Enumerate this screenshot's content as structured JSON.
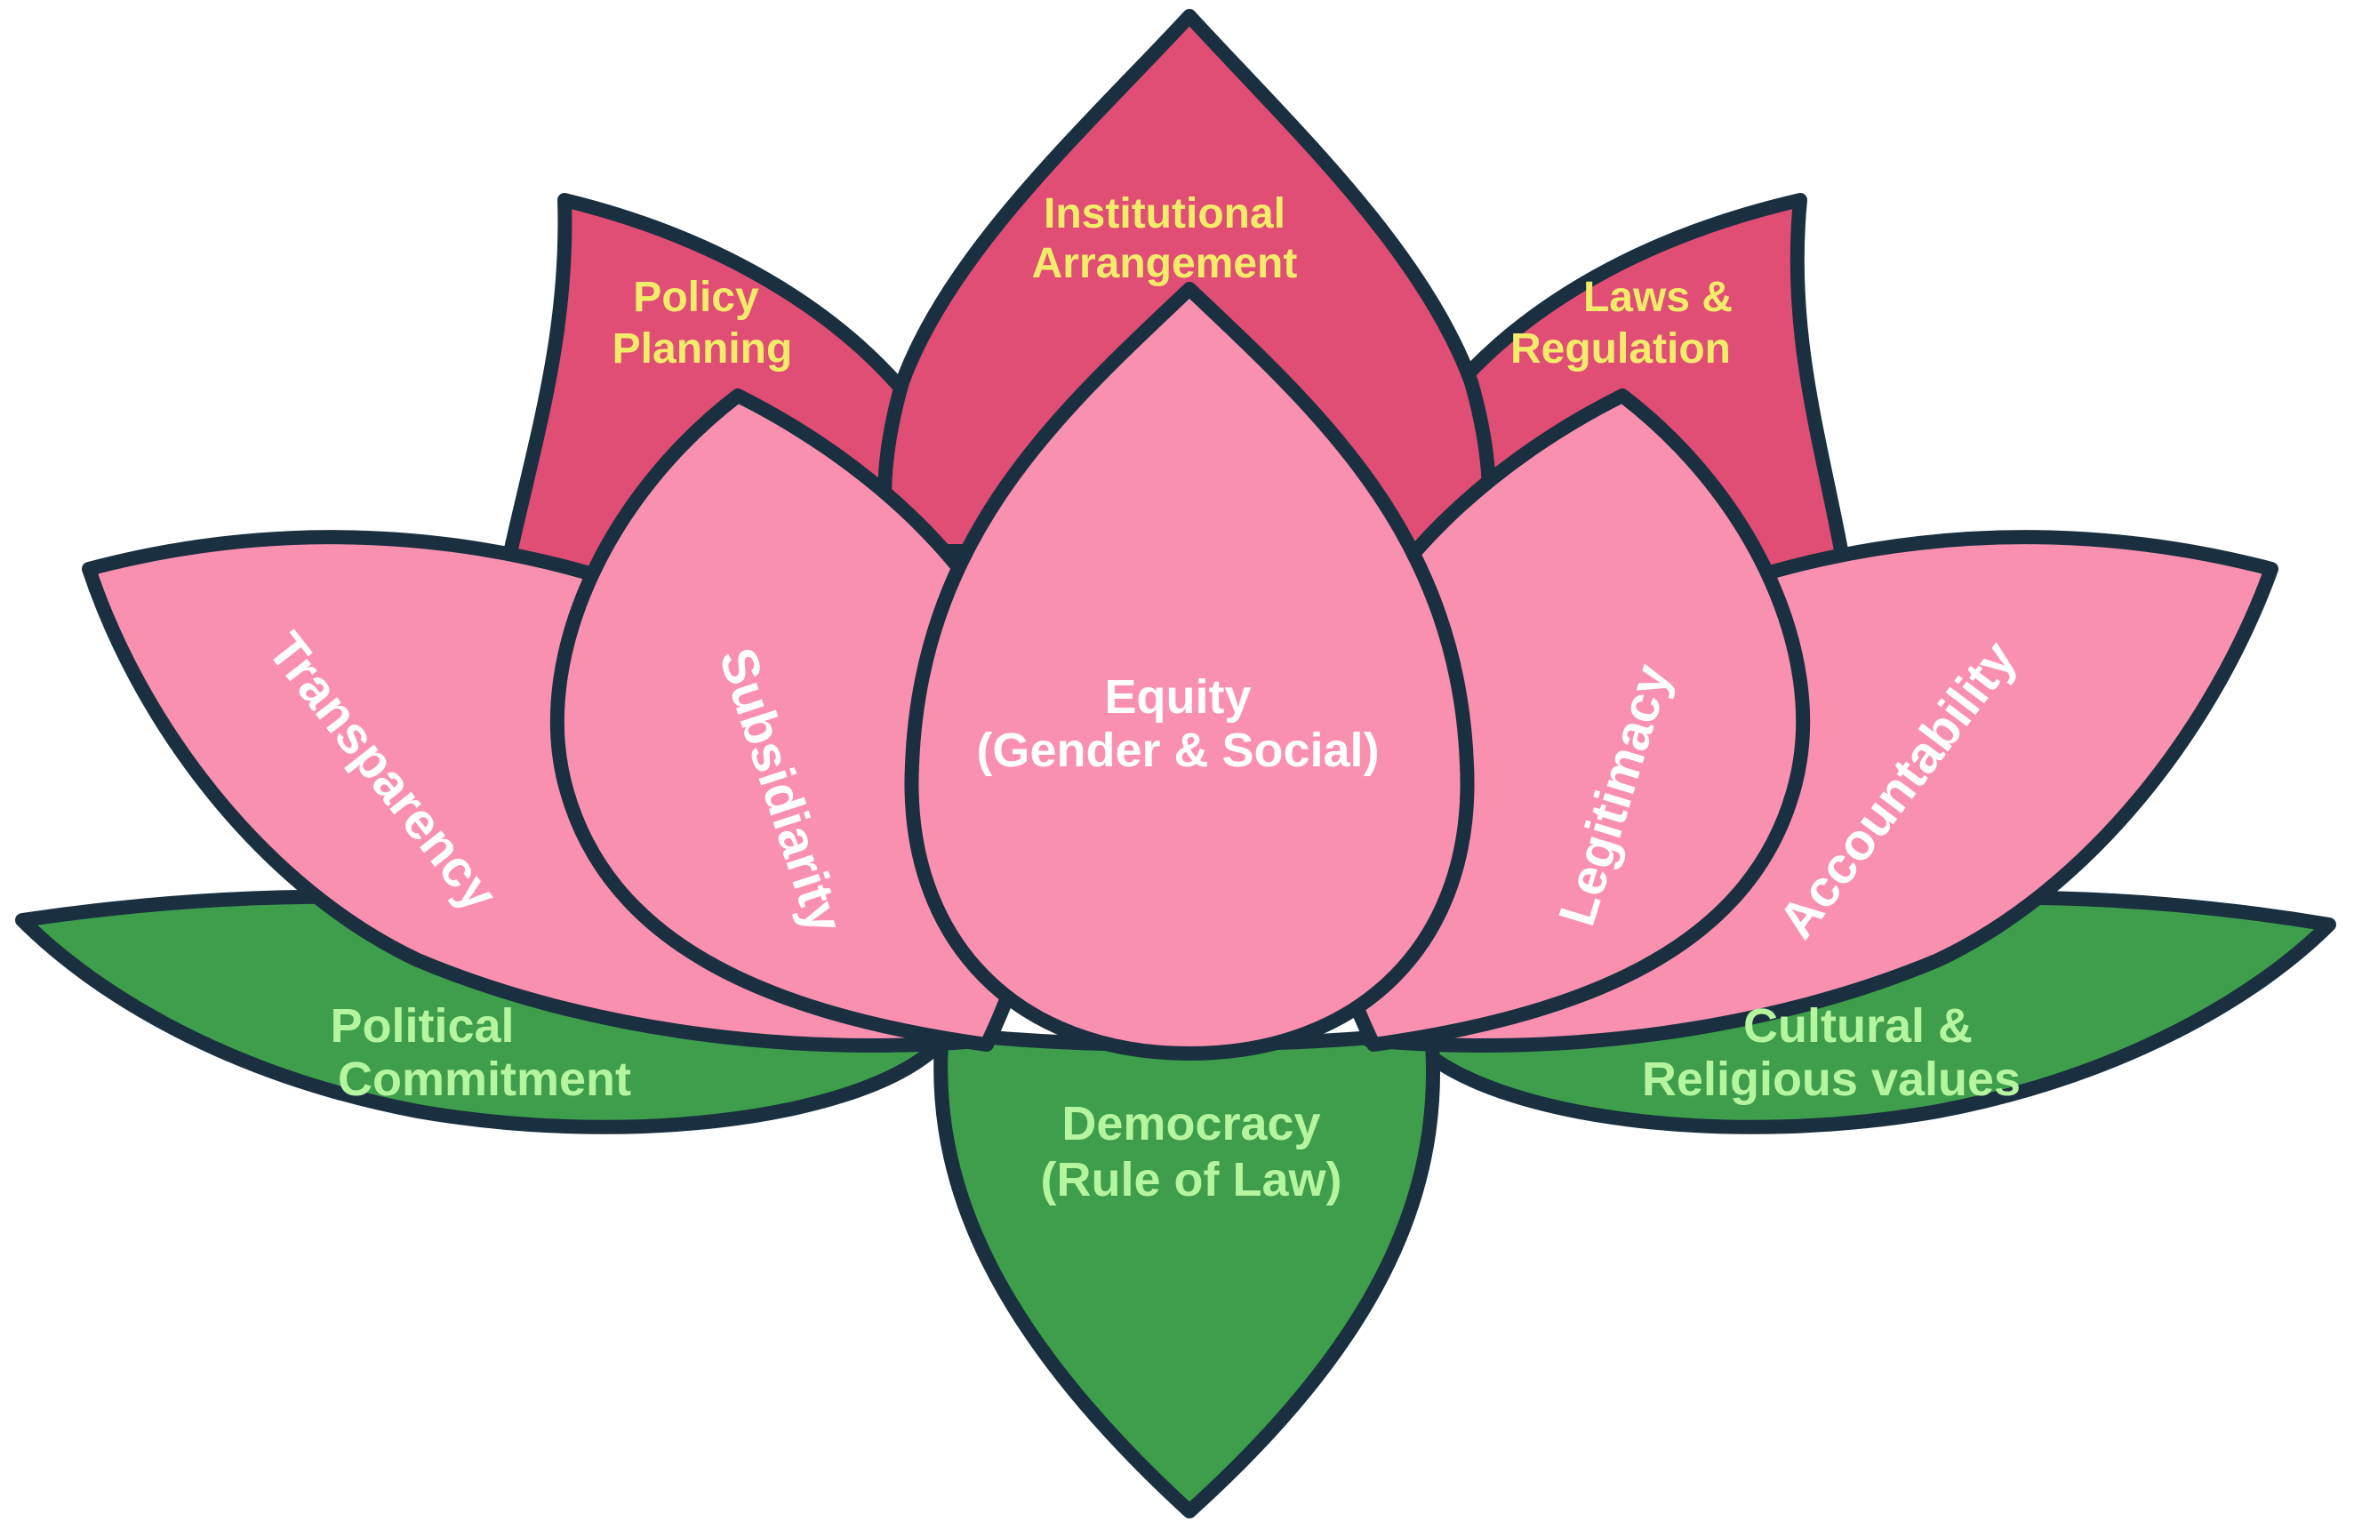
{
  "colors": {
    "outline": "#1a3040",
    "green_leaf": "#3e9e4b",
    "dark_pink_petal": "#e04d75",
    "light_pink_petal": "#fa90b0",
    "green_text": "#b6f5a0",
    "yellow_text": "#f2ec6a",
    "white_text": "#ffffff"
  },
  "diagram": {
    "outer_leaves": {
      "left": {
        "lines": [
          "Political",
          "Commitment"
        ]
      },
      "bottom": {
        "lines": [
          "Democracy",
          "(Rule of Law)"
        ]
      },
      "right": {
        "lines": [
          "Cultural &",
          "Religious values"
        ]
      }
    },
    "back_petals": {
      "left": {
        "lines": [
          "Policy",
          "Planning"
        ]
      },
      "center": {
        "lines": [
          "Institutional",
          "Arrangement"
        ]
      },
      "right": {
        "lines": [
          "Laws &",
          "Regulation"
        ]
      }
    },
    "side_petals": {
      "far_left": {
        "label": "Transparency"
      },
      "left": {
        "label": "Subsidiarity"
      },
      "right": {
        "label": "Legitimacy"
      },
      "far_right": {
        "label": "Accountability"
      }
    },
    "center_petal": {
      "lines": [
        "Equity",
        "(Gender & Social)"
      ]
    }
  }
}
